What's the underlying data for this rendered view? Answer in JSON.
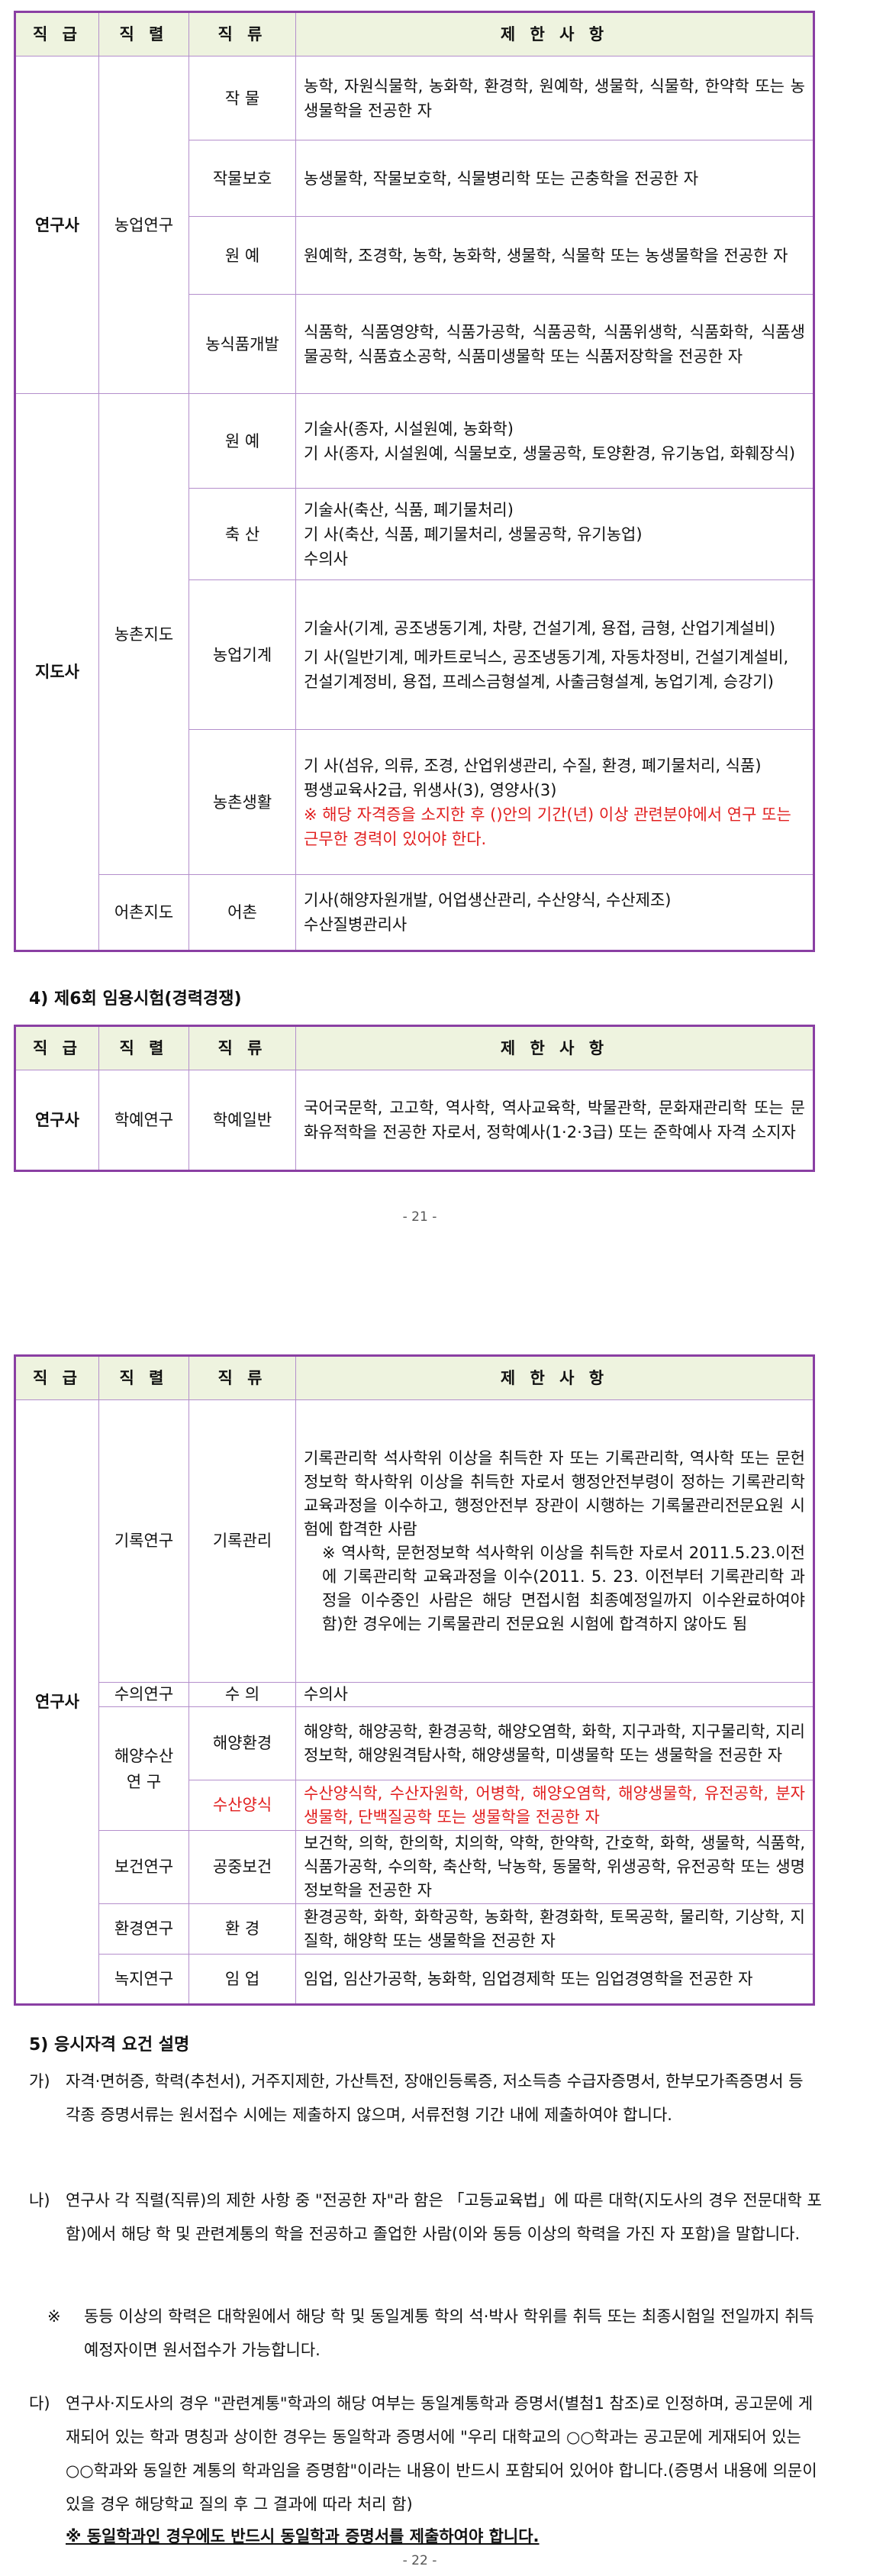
{
  "headers": {
    "grade": "직 급",
    "rank": "직 렬",
    "category": "직 류",
    "restrictions": "제 한 사 항"
  },
  "table1": {
    "researcher_grade": "연구사",
    "researcher_rank": "농업연구",
    "rows_research": [
      {
        "category": "작  물",
        "text": "농학, 자원식물학, 농화학, 환경학, 원예학, 생물학, 식물학, 한약학 또는 농생물학을 전공한 자"
      },
      {
        "category": "작물보호",
        "text": "농생물학, 작물보호학, 식물병리학 또는 곤충학을 전공한 자"
      },
      {
        "category": "원  예",
        "text": "원예학, 조경학, 농학, 농화학, 생물학, 식물학 또는 농생물학을 전공한 자"
      },
      {
        "category": "농식품개발",
        "text": "식품학, 식품영양학, 식품가공학, 식품공학, 식품위생학, 식품화학, 식품생물공학, 식품효소공학, 식품미생물학 또는 식품저장학을 전공한 자"
      }
    ],
    "guide_grade": "지도사",
    "guide_rank_1": "농촌지도",
    "horticulture_label": "원  예",
    "horticulture_lines": [
      "기술사(종자, 시설원예, 농화학)",
      "기  사(종자, 시설원예, 식물보호, 생물공학, 토양환경, 유기농업, 화훼장식)"
    ],
    "livestock_label": "축  산",
    "livestock_lines": [
      "기술사(축산, 식품, 폐기물처리)",
      "기  사(축산, 식품, 폐기물처리, 생물공학, 유기농업)",
      "수의사"
    ],
    "machine_label": "농업기계",
    "machine_lines": [
      "기술사(기계, 공조냉동기계, 차량, 건설기계, 용접, 금형, 산업기계설비)",
      "기  사(일반기계, 메카트로닉스, 공조냉동기계, 자동차정비, 건설기계설비, 건설기계정비, 용접, 프레스금형설계, 사출금형설계, 농업기계, 승강기)"
    ],
    "rural_label": "농촌생활",
    "rural_lines": [
      "기  사(섬유, 의류, 조경, 산업위생관리, 수질, 환경, 폐기물처리, 식품)",
      "평생교육사2급, 위생사(3), 영양사(3)"
    ],
    "rural_note": "※ 해당 자격증을 소지한 후 ()안의 기간(년) 이상 관련분야에서 연구 또는 근무한 경력이 있어야 한다.",
    "guide_rank_2": "어촌지도",
    "fishing_label": "어촌",
    "fishing_lines": [
      "기사(해양자원개발, 어업생산관리, 수산양식, 수산제조)",
      "수산질병관리사"
    ]
  },
  "section4_title": "4)  제6회 임용시험(경력경쟁)",
  "table2": {
    "grade": "연구사",
    "rank": "학예연구",
    "category": "학예일반",
    "text": "국어국문학, 고고학, 역사학, 역사교육학, 박물관학, 문화재관리학 또는 문화유적학을 전공한 자로서, 정학예사(1·2·3급) 또는 준학예사 자격 소지자"
  },
  "page21": "- 21 -",
  "table3": {
    "grade": "연구사",
    "records_rank": "기록연구",
    "records_category": "기록관리",
    "records_text": "기록관리학 석사학위 이상을 취득한 자 또는 기록관리학, 역사학 또는 문헌정보학 학사학위 이상을 취득한 자로서 행정안전부령이 정하는 기록관리학 교육과정을 이수하고, 행정안전부 장관이 시행하는 기록물관리전문요원 시험에 합격한 사람",
    "records_note": "※ 역사학, 문헌정보학 석사학위 이상을 취득한 자로서 2011.5.23.이전에 기록관리학 교육과정을 이수(2011. 5. 23. 이전부터 기록관리학 과정을 이수중인 사람은 해당 면접시험 최종예정일까지 이수완료하여야 함)한 경우에는 기록물관리 전문요원 시험에 합격하지 않아도 됨",
    "vet_rank": "수의연구",
    "vet_category": "수  의",
    "vet_text": "수의사",
    "marine_rank": "해양수산 연  구",
    "marine_env_category": "해양환경",
    "marine_env_text": "해양학, 해양공학, 환경공학, 해양오염학, 화학, 지구과학, 지구물리학, 지리정보학, 해양원격탐사학, 해양생물학, 미생물학 또는 생물학을 전공한 자",
    "aquaculture_category": "수산양식",
    "aquaculture_text": "수산양식학, 수산자원학, 어병학, 해양오염학, 해양생물학, 유전공학, 분자생물학, 단백질공학 또는 생물학을 전공한 자",
    "health_rank": "보건연구",
    "health_category": "공중보건",
    "health_text": "보건학, 의학, 한의학, 치의학, 약학, 한약학, 간호학, 화학, 생물학, 식품학, 식품가공학, 수의학, 축산학, 낙농학, 동물학, 위생공학, 유전공학 또는 생명정보학을 전공한 자",
    "env_rank": "환경연구",
    "env_category": "환  경",
    "env_text": "환경공학, 화학, 화학공학, 농화학, 환경화학, 토목공학, 물리학, 기상학, 지질학, 해양학 또는 생물학을 전공한 자",
    "forest_rank": "녹지연구",
    "forest_category": "임  업",
    "forest_text": "임업, 임산가공학, 농화학, 임업경제학 또는 임업경영학을 전공한 자"
  },
  "section5_title": "5)  응시자격 요건 설명",
  "para_ga": {
    "label": "가)",
    "text": "자격·면허증, 학력(추천서), 거주지제한, 가산특전, 장애인등록증, 저소득층 수급자증명서, 한부모가족증명서 등 각종 증명서류는 원서접수 시에는 제출하지 않으며, 서류전형 기간 내에 제출하여야 합니다."
  },
  "para_na": {
    "label": "나)",
    "text": "연구사 각 직렬(직류)의 제한 사항 중 \"전공한 자\"라 함은 「고등교육법」에 따른 대학(지도사의 경우 전문대학 포함)에서 해당 학 및 관련계통의 학을 전공하고 졸업한 사람(이와 동등 이상의 학력을 가진 자 포함)을 말합니다."
  },
  "para_note": {
    "label": "※",
    "text": "동등 이상의 학력은 대학원에서 해당 학 및 동일계통 학의 석·박사 학위를 취득 또는 최종시험일 전일까지 취득예정자이면 원서접수가 가능합니다."
  },
  "para_da": {
    "label": "다)",
    "text": "연구사·지도사의 경우 \"관련계통\"학과의 해당 여부는 동일계통학과 증명서(별첨1 참조)로 인정하며, 공고문에 게재되어 있는 학과 명칭과 상이한 경우는 동일학과 증명서에 \"우리 대학교의 ○○학과는 공고문에 게재되어 있는 ○○학과와 동일한 계통의 학과임을 증명함\"이라는 내용이 반드시 포함되어 있어야 합니다.(증명서 내용에 의문이 있을 경우 해당학교 질의 후 그 결과에 따라 처리 함)"
  },
  "para_last": "※ 동일학과인 경우에도 반드시 동일학과 증명서를 제출하여야 합니다.",
  "page22": "- 22 -"
}
